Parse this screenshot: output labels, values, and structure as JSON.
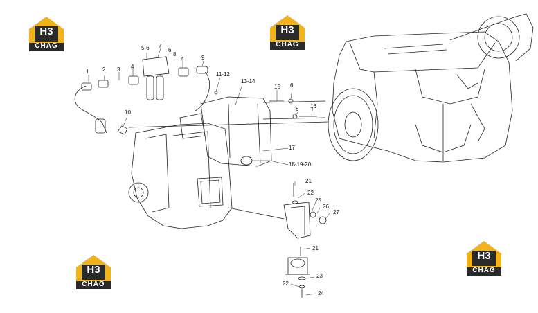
{
  "brand": {
    "monogram": "H3",
    "name": "CHAG",
    "colors": {
      "yellow": "#f2b31a",
      "dark": "#2a2a2a",
      "white": "#ffffff"
    }
  },
  "callouts": [
    "1",
    "2",
    "3",
    "4",
    "5-6",
    "7",
    "6",
    "8",
    "4",
    "9",
    "10",
    "11-12",
    "13-14",
    "15",
    "6",
    "6",
    "16",
    "17",
    "18-19-20",
    "21",
    "22",
    "25",
    "26",
    "27",
    "21",
    "23",
    "22",
    "24"
  ]
}
